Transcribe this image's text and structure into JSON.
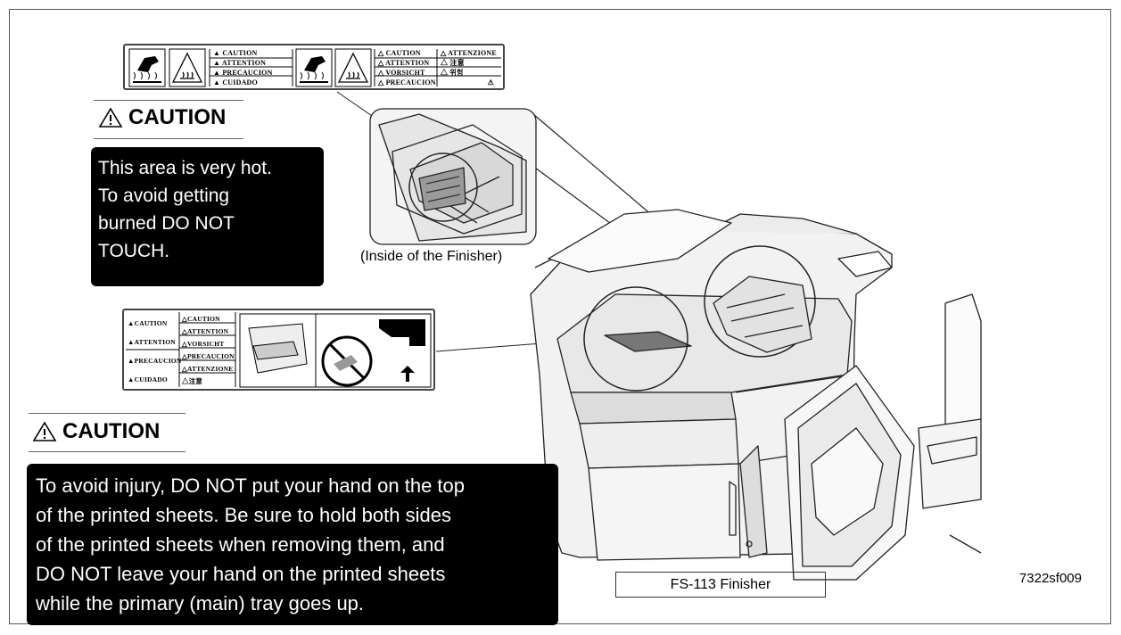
{
  "top_label": {
    "left_column": [
      "CAUTION",
      "ATTENTION",
      "PRECAUCION",
      "CUIDADO"
    ],
    "right_column_a": [
      "CAUTION",
      "ATTENTION",
      "VORSICHT",
      "PRECAUCION"
    ],
    "right_column_b": [
      "ATTENZIONE",
      "注意",
      "위험",
      ""
    ]
  },
  "caution_1": {
    "heading": "CAUTION",
    "lines": [
      "This area is very hot.",
      "To avoid getting",
      "burned DO NOT",
      "TOUCH."
    ]
  },
  "inset_caption": "(Inside of the Finisher)",
  "mid_label": {
    "column_a": [
      "CAUTION",
      "ATTENTION",
      "PRECAUCION",
      "CUIDADO"
    ],
    "column_b": [
      "CAUTION",
      "ATTENTION",
      "VORSICHT",
      "PRECAUCION",
      "ATTENZIONE",
      "注意"
    ]
  },
  "caution_2": {
    "heading": "CAUTION",
    "lines": [
      "To avoid injury, DO NOT put your hand on the top",
      "of the printed sheets. Be sure to hold both sides",
      "of the printed sheets when removing them, and",
      "DO NOT leave your hand on the printed sheets",
      "while the primary (main) tray goes up."
    ]
  },
  "finisher_label": "FS-113 Finisher",
  "figure_code": "7322sf009",
  "icons": [
    "hot-hand-icon",
    "heat-warning-icon",
    "warning-triangle-icon",
    "no-hand-icon"
  ]
}
